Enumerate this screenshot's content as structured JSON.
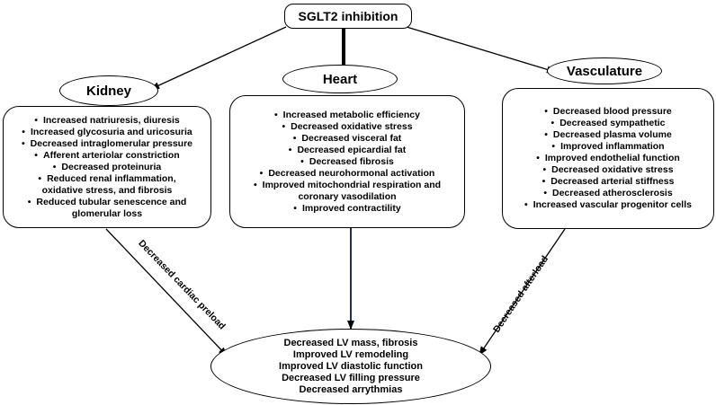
{
  "root": {
    "label": "SGLT2 inhibition"
  },
  "organs": {
    "kidney": {
      "label": "Kidney",
      "items": [
        "Increased natriuresis, diuresis",
        "Increased glycosuria and uricosuria",
        "Decreased intraglomerular pressure",
        "Afferent arteriolar constriction",
        "Decreased proteinuria",
        "Reduced renal inflammation,",
        "oxidative stress, and fibrosis",
        "Reduced tubular senescence and",
        "glomerular loss"
      ]
    },
    "heart": {
      "label": "Heart",
      "items": [
        "Increased metabolic efficiency",
        "Decreased oxidative stress",
        "Decreased visceral fat",
        "Decreased epicardial fat",
        "Decreased fibrosis",
        "Decreased neurohormonal activation",
        "Improved mitochondrial respiration and",
        "coronary vasodilation",
        "Improved contractility"
      ]
    },
    "vasculature": {
      "label": "Vasculature",
      "items": [
        "Decreased blood pressure",
        "Decreased sympathetic",
        "Decreased plasma volume",
        "Improved inflammation",
        "Improved endothelial function",
        "Decreased oxidative stress",
        "Decreased arterial stiffness",
        "Decreased atherosclerosis",
        "Increased vascular progenitor cells"
      ]
    }
  },
  "edge_labels": {
    "preload": "Decreased cardiac preload",
    "afterload": "Decreased afterload"
  },
  "outcome": {
    "items": [
      "Decreased LV mass, fibrosis",
      "Improved LV remodeling",
      "Improved LV diastolic function",
      "Decreased LV filling pressure",
      "Decreased arrythmias"
    ]
  }
}
